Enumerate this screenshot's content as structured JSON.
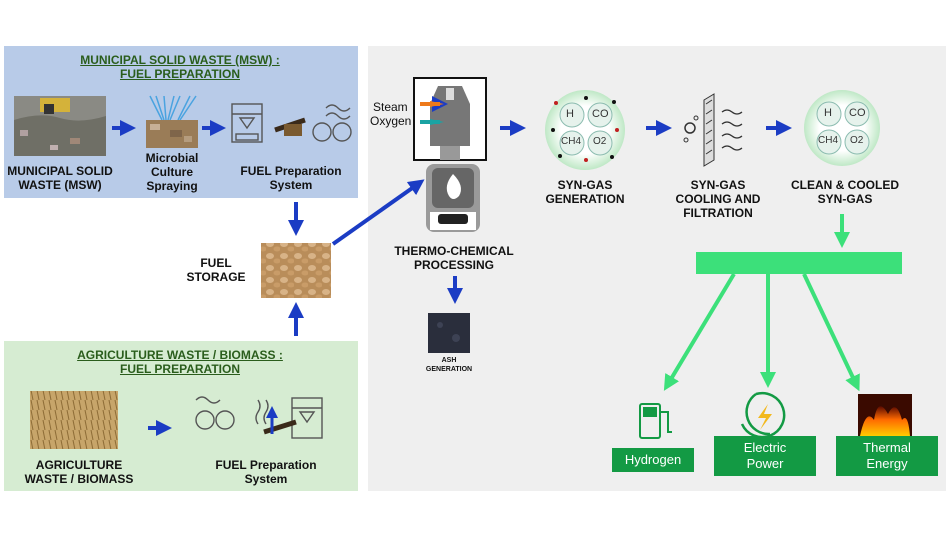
{
  "msw_panel": {
    "title_line1": "MUNICIPAL SOLID WASTE (MSW) :",
    "title_line2": "FUEL PREPARATION",
    "items": [
      {
        "label_line1": "MUNICIPAL SOLID",
        "label_line2": "WASTE (MSW)"
      },
      {
        "label_line1": "Microbial",
        "label_line2": "Culture",
        "label_line3": "Spraying"
      },
      {
        "label_line1": "FUEL Preparation",
        "label_line2": "System"
      }
    ]
  },
  "storage": {
    "label_line1": "FUEL",
    "label_line2": "STORAGE"
  },
  "agri_panel": {
    "title_line1": "AGRICULTURE WASTE / BIOMASS  :",
    "title_line2": "FUEL PREPARATION",
    "items": [
      {
        "label_line1": "AGRICULTURE",
        "label_line2": "WASTE / BIOMASS"
      },
      {
        "label_line1": "FUEL Preparation",
        "label_line2": "System"
      }
    ]
  },
  "reactor": {
    "input_steam": "Steam",
    "input_oxygen": "Oxygen",
    "label_line1": "THERMO-CHEMICAL",
    "label_line2": "PROCESSING",
    "ash_line1": "ASH",
    "ash_line2": "GENERATION"
  },
  "syngas": {
    "generation_line1": "SYN-GAS",
    "generation_line2": "GENERATION",
    "cooling_line1": "SYN-GAS",
    "cooling_line2": "COOLING AND",
    "cooling_line3": "FILTRATION",
    "clean_line1": "CLEAN & COOLED",
    "clean_line2": "SYN-GAS",
    "molecules": [
      "H",
      "CO",
      "CH4",
      "O2"
    ]
  },
  "outputs": [
    {
      "label_line1": "Hydrogen",
      "label_line2": ""
    },
    {
      "label_line1": "Electric",
      "label_line2": "Power"
    },
    {
      "label_line1": "Thermal",
      "label_line2": "Energy"
    }
  ],
  "colors": {
    "msw_bg": "#b8cbe8",
    "agri_bg": "#d6ecd2",
    "process_bg": "#efefef",
    "arrow_blue": "#1b3cc4",
    "arrow_green": "#3ce07a",
    "output_green": "#139a44"
  }
}
